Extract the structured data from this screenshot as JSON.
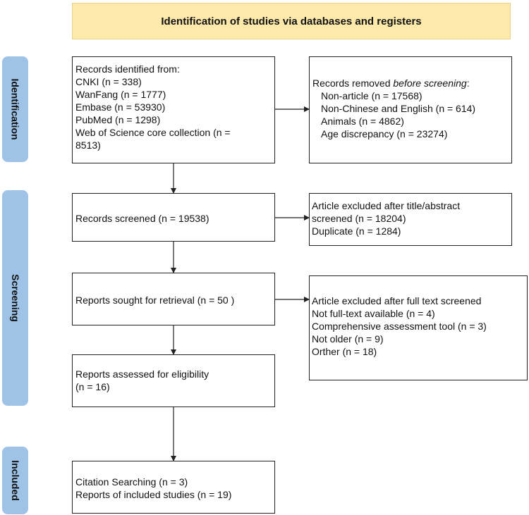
{
  "header": {
    "title": "Identification of studies via databases and registers"
  },
  "phases": {
    "identification": "Identification",
    "screening": "Screening",
    "included": "Included"
  },
  "identified": {
    "heading": "Records identified from:",
    "lines": [
      "CNKI (n = 338)",
      "WanFang (n = 1777)",
      "Embase (n = 53930)",
      "PubMed (n = 1298)",
      "Web of Science core collection (n =",
      "8513)"
    ]
  },
  "removed": {
    "heading_prefix": "Records removed ",
    "heading_italic": "before screening",
    "heading_suffix": ":",
    "lines": [
      "Non-article (n = 17568)",
      "Non-Chinese and English (n = 614)",
      "Animals (n = 4862)",
      "Age discrepancy (n = 23274)"
    ]
  },
  "screened": {
    "text": "Records screened (n = 19538)"
  },
  "excluded_title": {
    "lines": [
      "Article excluded after title/abstract",
      "screened (n = 18204)",
      "Duplicate  (n = 1284)"
    ]
  },
  "sought": {
    "text": "Reports sought for retrieval (n = 50 )"
  },
  "excluded_fulltext": {
    "lines": [
      "Article excluded after full text screened",
      "Not full-text available (n = 4)",
      "Comprehensive assessment tool (n = 3)",
      "Not older (n = 9)",
      "Orther (n = 18)"
    ]
  },
  "assessed": {
    "lines": [
      "Reports assessed for eligibility",
      "(n = 16)"
    ]
  },
  "included": {
    "lines": [
      "Citation Searching (n = 3)",
      "Reports of included studies (n = 19)"
    ]
  }
}
